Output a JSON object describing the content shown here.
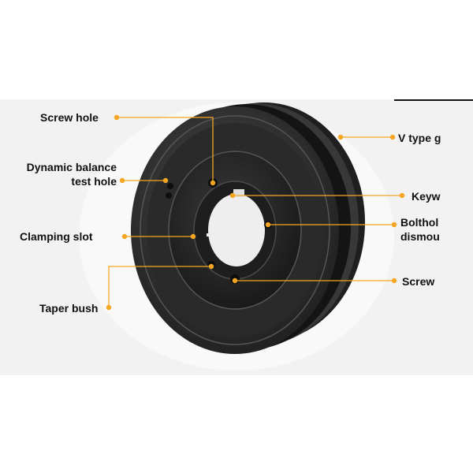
{
  "accent_color": "#f5a623",
  "labels": {
    "screw_hole": "Screw hole",
    "dynamic_balance_line1": "Dynamic balance",
    "dynamic_balance_line2": "test hole",
    "clamping_slot": "Clamping slot",
    "taper_bush": "Taper bush",
    "v_type_groove": "V type g",
    "keyway": "Keyw",
    "bolt_hole_line1": "Bolthol",
    "bolt_hole_line2": "dismou",
    "screw": "Screw"
  }
}
